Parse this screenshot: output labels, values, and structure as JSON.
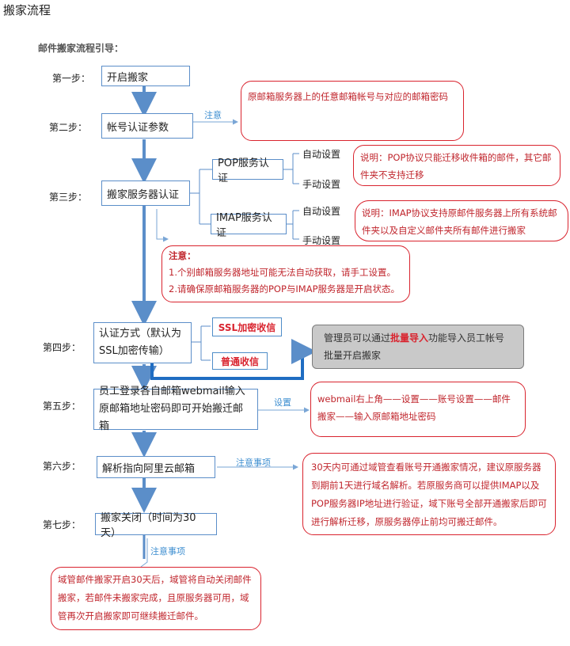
{
  "title": "搬家流程",
  "subtitle": "邮件搬家流程引导：",
  "steps": {
    "s1": "第一步：",
    "s2": "第二步：",
    "s3": "第三步：",
    "s4": "第四步：",
    "s5": "第五步：",
    "s6": "第六步：",
    "s7": "第七步："
  },
  "boxes": {
    "b1": "开启搬家",
    "b2": "帐号认证参数",
    "b3": "搬家服务器认证",
    "b4": "认证方式（默认为SSL加密传输）",
    "b5": "员工登录各自邮箱webmail输入原邮箱地址密码即可开始搬迁邮箱",
    "b6": "解析指向阿里云邮箱",
    "b7": "搬家关闭（时间为30天）"
  },
  "pop": {
    "label": "POP服务认证",
    "auto": "自动设置",
    "manual": "手动设置"
  },
  "imap": {
    "label": "IMAP服务认证",
    "auto": "自动设置",
    "manual": "手动设置"
  },
  "ssl": {
    "enc": "SSL加密收信",
    "plain": "普通收信"
  },
  "notes": {
    "n2": "注意",
    "n5": "设置",
    "n6": "注意事项",
    "n7": "注意事项"
  },
  "callouts": {
    "c2": "原邮箱服务器上的任意邮箱帐号与对应的邮箱密码",
    "c_pop": "说明：POP协议只能迁移收件箱的邮件，其它邮件夹不支持迁移",
    "c_imap": "说明：IMAP协议支持原邮件服务器上所有系统邮件夹以及自定义邮件夹所有邮件进行搬家",
    "c3_title": "注意：",
    "c3_l1": "1.个别邮箱服务器地址可能无法自动获取，请手工设置。",
    "c3_l2": "2.请确保原邮箱服务器的POP与IMAP服务器是开启状态。",
    "c4_pre": "管理员可以通过",
    "c4_hl": "批量导入",
    "c4_post": "功能导入员工帐号批量开启搬家",
    "c5": "webmail右上角——设置——账号设置——邮件搬家——输入原邮箱地址密码",
    "c6": "30天内可通过域管查看账号开通搬家情况，建议原服务器到期前1天进行域名解析。若原服务商可以提供IMAP以及POP服务器IP地址进行验证，域下账号全部开通搬家后即可进行解析迁移，原服务器停止前均可搬迁邮件。",
    "c7": "域管邮件搬家开启30天后，域管将自动关闭邮件搬家，若邮件未搬家完成，且原服务器可用，域管再次开启搬家即可继续搬迁邮件。"
  },
  "colors": {
    "line": "#5b8ec9",
    "red": "#d9232e",
    "note": "#3c8ed0",
    "gray": "#c9c9c9"
  }
}
